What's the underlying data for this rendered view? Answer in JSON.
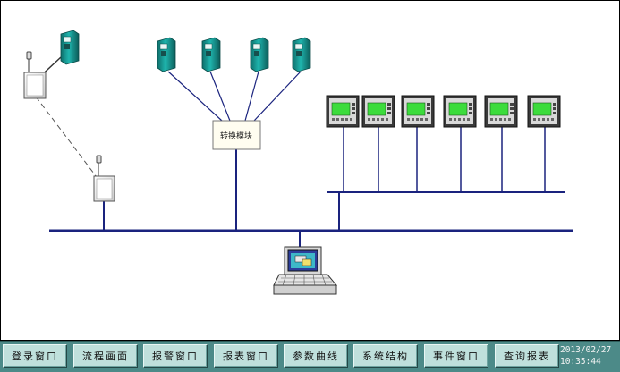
{
  "diagram": {
    "converter_label": "转换模块"
  },
  "toolbar": {
    "buttons": [
      {
        "label": "登录窗口"
      },
      {
        "label": "流程画面"
      },
      {
        "label": "报警窗口"
      },
      {
        "label": "报表窗口"
      },
      {
        "label": "参数曲线"
      },
      {
        "label": "系统结构"
      },
      {
        "label": "事件窗口"
      },
      {
        "label": "查询报表"
      }
    ]
  },
  "clock": {
    "date": "2013/02/27",
    "time": "10:35:44"
  },
  "colors": {
    "bus": "#1a237e",
    "toolbar_bg": "#4c8a88",
    "button_bg": "#bfe0dc",
    "device_teal": "#1aa6a0",
    "screen_green": "#3cdc3c"
  }
}
